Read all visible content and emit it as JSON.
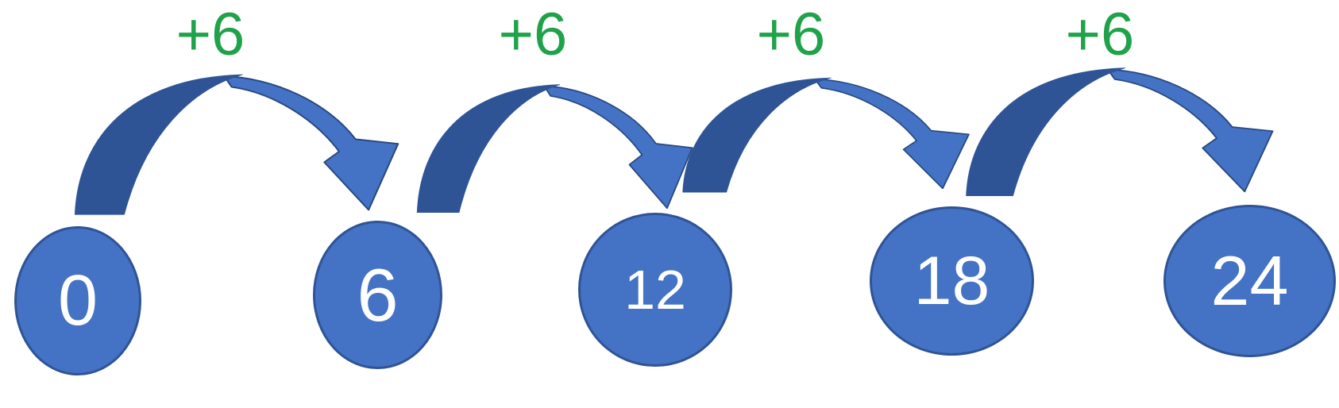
{
  "diagram": {
    "description": "Skip counting by 6 number-jump diagram",
    "nodes": [
      {
        "value": "0"
      },
      {
        "value": "6"
      },
      {
        "value": "12"
      },
      {
        "value": "18"
      },
      {
        "value": "24"
      }
    ],
    "steps": [
      {
        "label": "+6"
      },
      {
        "label": "+6"
      },
      {
        "label": "+6"
      },
      {
        "label": "+6"
      }
    ]
  },
  "colors": {
    "background": "#ffffff",
    "node_fill": "#4472c4",
    "node_border": "#2f5496",
    "node_text": "#ffffff",
    "arrow_light": "#4472c4",
    "arrow_dark": "#2f5496",
    "arrow_outline": "#29497f",
    "step_label_green": "#1fa24a"
  }
}
